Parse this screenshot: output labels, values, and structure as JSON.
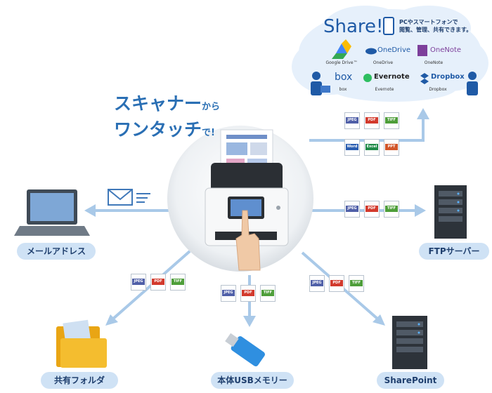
{
  "tagline": {
    "line1": "スキャナー",
    "line1_small": "から",
    "line2": "ワンタッチ",
    "line2_small": "で!"
  },
  "share": {
    "title": "Share!",
    "desc_line1": "PCやスマートフォンで",
    "desc_line2": "閲覧、管理、共有できます。",
    "services": [
      {
        "name": "",
        "sub": "Google Drive™",
        "icon": "google-drive-icon"
      },
      {
        "name": "OneDrive",
        "sub": "OneDrive",
        "icon": "onedrive-icon"
      },
      {
        "name": "OneNote",
        "sub": "OneNote",
        "icon": "onenote-icon"
      },
      {
        "name": "box",
        "sub": "box",
        "icon": "box-icon"
      },
      {
        "name": "Evernote",
        "sub": "Evernote",
        "icon": "evernote-icon"
      },
      {
        "name": "Dropbox",
        "sub": "Dropbox",
        "icon": "dropbox-icon"
      }
    ]
  },
  "file_types": {
    "jpeg": "JPEG",
    "pdf": "PDF",
    "tiff": "TIFF",
    "word": "Word",
    "excel": "Excel",
    "ppt": "PPT"
  },
  "destinations": {
    "email": "メールアドレス",
    "ftp": "FTPサーバー",
    "folder": "共有フォルダ",
    "usb": "本体USBメモリー",
    "sharepoint": "SharePoint"
  },
  "colors": {
    "arrow": "#a9c9e8",
    "cloud": "#e6f0fb",
    "label_bg": "#cfe2f5",
    "label_text": "#1f3f6e",
    "accent": "#2a6fb4"
  }
}
